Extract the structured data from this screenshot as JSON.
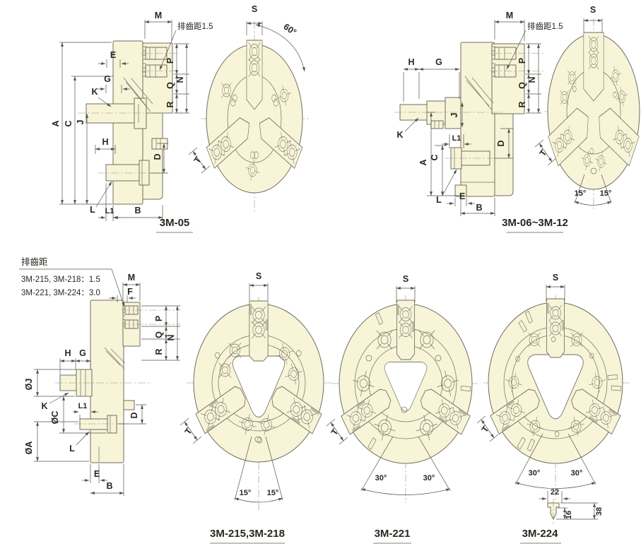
{
  "colors": {
    "body_fill": "#f8f4d8",
    "line": "#6e6e61",
    "dim_line": "#54544c",
    "text": "#27271f",
    "background": "#ffffff"
  },
  "side_05": {
    "caption": "3M-05",
    "note": "排齒距1.5",
    "M": "M",
    "E": "E",
    "G": "G",
    "K": "K",
    "A": "A",
    "C": "C",
    "J": "J",
    "H": "H",
    "D": "D",
    "L": "L",
    "L1": "L1",
    "B": "B",
    "P": "P",
    "Q": "Q",
    "R": "R",
    "N": "N"
  },
  "front_05": {
    "S": "S",
    "angle": "60°",
    "T": "T"
  },
  "side_0612": {
    "caption": "3M-06~3M-12",
    "note": "排齒距1.5",
    "M": "M",
    "H": "H",
    "G": "G",
    "K": "K",
    "J": "J",
    "L1": "L1",
    "C": "C",
    "A": "A",
    "D": "D",
    "L": "L",
    "E": "E",
    "B": "B",
    "P": "P",
    "Q": "Q",
    "R": "R",
    "N": "N"
  },
  "front_0612": {
    "S": "S",
    "angle_left": "15°",
    "angle_right": "15°",
    "T": "T"
  },
  "side_215_224": {
    "note_title": "排齒距",
    "note_line1": "3M-215, 3M-218：1.5",
    "note_line2": "3M-221, 3M-224：3.0",
    "M": "M",
    "F": "F",
    "H": "H",
    "G": "G",
    "J_dia": "ØJ",
    "K": "K",
    "C_dia": "ØC",
    "L1": "L1",
    "A_dia": "ØA",
    "L": "L",
    "E": "E",
    "B": "B",
    "D": "D",
    "P": "P",
    "Q": "Q",
    "R": "R",
    "N": "N"
  },
  "front_215": {
    "caption": "3M-215,3M-218",
    "S": "S",
    "angle_left": "15°",
    "angle_right": "15°",
    "T": "T"
  },
  "front_221": {
    "caption": "3M-221",
    "S": "S",
    "angle_left": "30°",
    "angle_right": "30°",
    "T": "T"
  },
  "front_224": {
    "caption": "3M-224",
    "S": "S",
    "angle_left": "30°",
    "angle_right": "30°",
    "T": "T",
    "dim_22": "22",
    "dim_38": "38",
    "dim_16": "16"
  }
}
